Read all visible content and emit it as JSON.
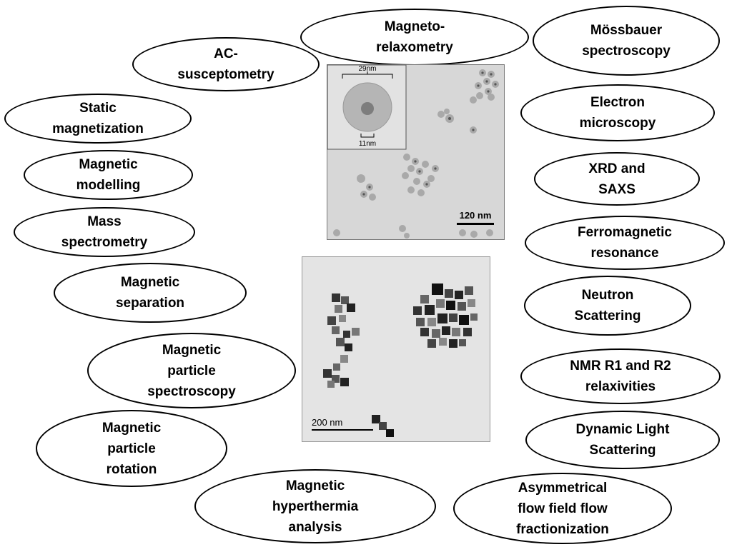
{
  "methods": [
    {
      "id": "magneto-relaxometry",
      "label": "Magneto-\nrelaxometry"
    },
    {
      "id": "mossbauer-spectroscopy",
      "label": "Mössbauer\nspectroscopy"
    },
    {
      "id": "ac-susceptometry",
      "label": "AC-\nsusceptometry"
    },
    {
      "id": "static-magnetization",
      "label": "Static\nmagnetization"
    },
    {
      "id": "electron-microscopy",
      "label": "Electron\nmicroscopy"
    },
    {
      "id": "magnetic-modelling",
      "label": "Magnetic\nmodelling"
    },
    {
      "id": "xrd-saxs",
      "label": "XRD and\nSAXS"
    },
    {
      "id": "mass-spectrometry",
      "label": "Mass\nspectrometry"
    },
    {
      "id": "ferromagnetic-resonance",
      "label": "Ferromagnetic\nresonance"
    },
    {
      "id": "magnetic-separation",
      "label": "Magnetic\nseparation"
    },
    {
      "id": "neutron-scattering",
      "label": "Neutron\nScattering"
    },
    {
      "id": "magnetic-particle-spectroscopy",
      "label": "Magnetic\nparticle\nspectroscopy"
    },
    {
      "id": "nmr-relaxivities",
      "label": "NMR R1 and R2\nrelaxivities"
    },
    {
      "id": "magnetic-particle-rotation",
      "label": "Magnetic\nparticle\nrotation"
    },
    {
      "id": "dynamic-light-scattering",
      "label": "Dynamic Light\nScattering"
    },
    {
      "id": "magnetic-hyperthermia",
      "label": "Magnetic\nhyperthermia\nanalysis"
    },
    {
      "id": "af4",
      "label": "Asymmetrical\nflow field flow\nfractionization"
    }
  ],
  "tem_top": {
    "inset_outer": "29nm",
    "inset_core": "11nm",
    "scale_bar": "120 nm"
  },
  "tem_bottom": {
    "scale_bar": "200 nm"
  }
}
